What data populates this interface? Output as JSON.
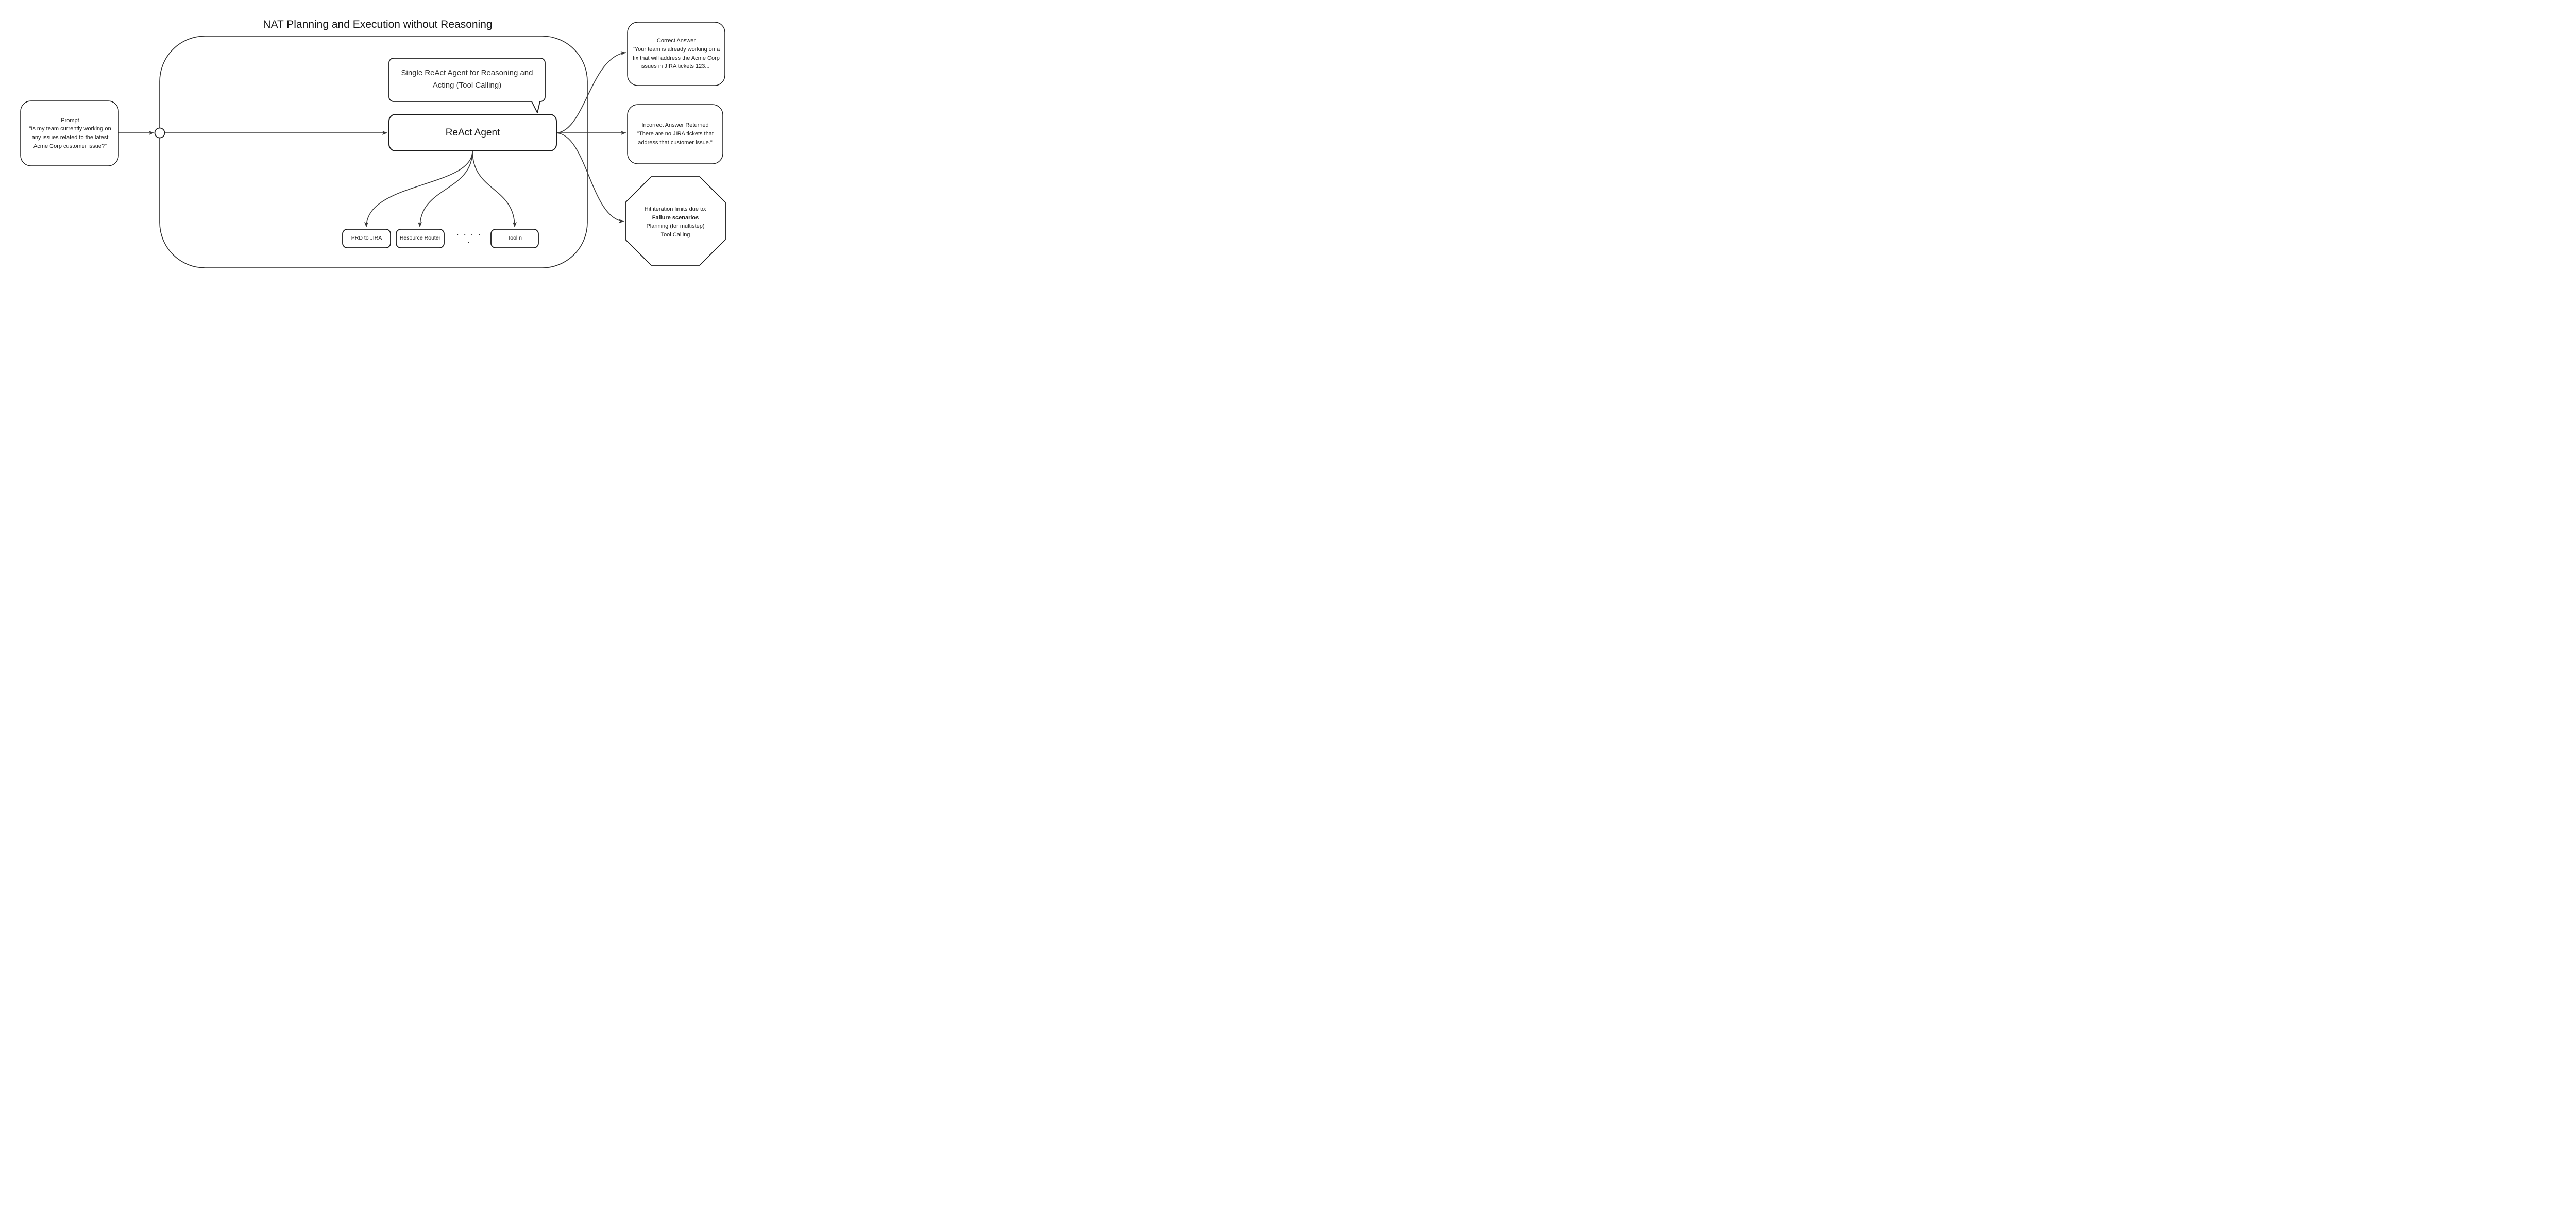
{
  "title": "NAT Planning and Execution without Reasoning",
  "prompt_box": {
    "label": "Prompt",
    "quote": "\"Is my team currently working on any issues related to the latest Acme Corp customer issue?\""
  },
  "bubble": {
    "text": "Single ReAct Agent for Reasoning and Acting (Tool Calling)"
  },
  "agent_box": {
    "label": "ReAct Agent"
  },
  "tools": {
    "items": [
      {
        "label": "PRD to JIRA"
      },
      {
        "label": "Resource Router"
      },
      {
        "label": "Tool n"
      }
    ],
    "ellipsis": "· · · · ·"
  },
  "outcomes": {
    "correct": {
      "title": "Correct Answer",
      "quote": "\"Your team is already working on a fix that will address the Acme Corp issues in JIRA tickets 123...\""
    },
    "incorrect": {
      "title": "Incorrect Answer Returned",
      "quote": "\"There are no JIRA tickets that address that customer issue.\""
    },
    "failure": {
      "line1": "Hit iteration limits due to:",
      "line2": "Failure scenarios",
      "line3": "Planning (for multistep)",
      "line4": "Tool Calling"
    }
  },
  "colors": {
    "stroke": "#1e1e1e",
    "arrow": "#383838",
    "text": "#1b1b1b",
    "background": "#ffffff"
  }
}
